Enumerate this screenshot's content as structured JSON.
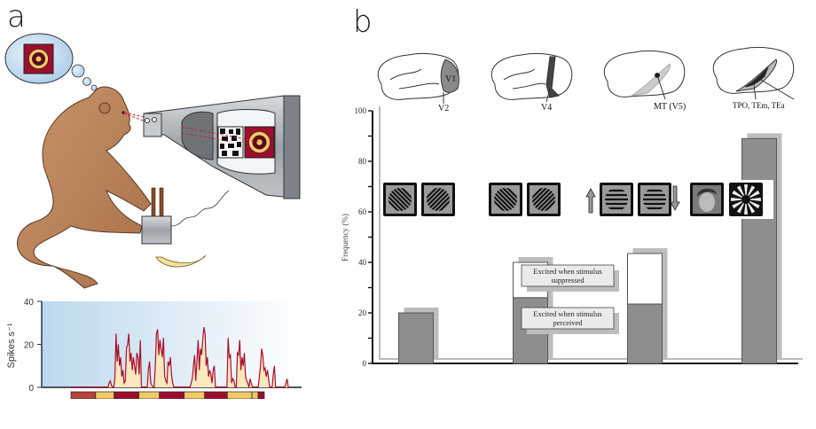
{
  "panel_a": {
    "label": "a",
    "spike_chart": {
      "ylabel": "Spikes s⁻¹",
      "yticks": [
        "0",
        "20",
        "40"
      ],
      "ylim": [
        0,
        40
      ],
      "series": [
        0,
        0,
        0,
        0,
        0,
        0,
        0,
        0,
        0,
        0,
        0,
        0,
        0,
        0,
        0,
        0,
        0,
        0,
        0,
        0,
        0,
        0,
        0,
        0,
        0,
        0,
        0,
        0,
        0,
        0,
        0,
        0,
        0,
        2,
        3,
        1,
        0,
        0,
        4,
        25,
        12,
        20,
        10,
        14,
        5,
        8,
        2,
        3,
        18,
        20,
        25,
        12,
        16,
        8,
        14,
        10,
        6,
        16,
        14,
        6,
        22,
        0,
        0,
        0,
        0,
        0,
        0,
        8,
        12,
        2,
        1,
        0,
        0,
        10,
        25,
        27,
        15,
        22,
        18,
        14,
        23,
        5,
        3,
        2,
        12,
        10,
        14,
        6,
        2,
        0,
        0,
        0,
        0,
        0,
        0,
        0,
        0,
        0,
        0,
        0,
        0,
        0,
        0,
        0,
        2,
        4,
        10,
        15,
        3,
        12,
        22,
        8,
        18,
        15,
        22,
        28,
        25,
        10,
        14,
        5,
        8,
        6,
        2,
        8,
        10,
        0,
        0,
        0,
        0,
        0,
        0,
        0,
        0,
        0,
        0,
        0,
        23,
        14,
        15,
        2,
        4,
        3,
        0,
        0,
        16,
        15,
        22,
        8,
        14,
        10,
        16,
        5,
        3,
        2,
        0,
        4,
        2,
        0,
        0,
        0,
        0,
        0,
        0,
        5,
        10,
        18,
        15,
        8,
        9,
        5,
        8,
        4,
        0,
        0,
        0,
        6,
        10,
        0,
        0,
        0,
        0,
        0,
        0,
        0,
        0,
        0,
        2,
        4,
        0
      ],
      "stimulus_bar": [
        {
          "color": "#b8433a",
          "weight": 12
        },
        {
          "color": "#f2c868",
          "weight": 9
        },
        {
          "color": "#9c0f2c",
          "weight": 12
        },
        {
          "color": "#f2c868",
          "weight": 10
        },
        {
          "color": "#9c0f2c",
          "weight": 12
        },
        {
          "color": "#f2c868",
          "weight": 10
        },
        {
          "color": "#9c0f2c",
          "weight": 11
        },
        {
          "color": "#f2c868",
          "weight": 12
        },
        {
          "color": "#f2c868",
          "weight": 3
        },
        {
          "color": "#9c0f2c",
          "weight": 3
        }
      ]
    }
  },
  "panel_b": {
    "label": "b",
    "brain_labels": [
      "V1",
      "V2",
      "V4",
      "MT (V5)",
      "TPO, TEm, TEa"
    ],
    "annotations": {
      "suppressed": [
        "Excited when stimulus",
        "suppressed"
      ],
      "perceived": [
        "Excited when stimulus",
        "perceived"
      ]
    },
    "chart_data": {
      "type": "bar",
      "title": "",
      "xlabel": "",
      "ylabel": "Frequency (%)",
      "ylim": [
        0,
        100
      ],
      "yticks": [
        0,
        20,
        40,
        60,
        80,
        100
      ],
      "categories": [
        "V1/V2",
        "V4",
        "MT (V5)",
        "TPO, TEm, TEa"
      ],
      "series": [
        {
          "name": "Excited when stimulus perceived",
          "values": [
            20,
            26,
            23.5,
            89
          ]
        },
        {
          "name": "Excited when stimulus suppressed",
          "values": [
            0,
            14,
            20,
            0
          ]
        }
      ],
      "stimuli": [
        "oriented gratings",
        "oriented gratings",
        "moving gratings (up/down)",
        "face / sunburst"
      ],
      "grid": false
    }
  }
}
